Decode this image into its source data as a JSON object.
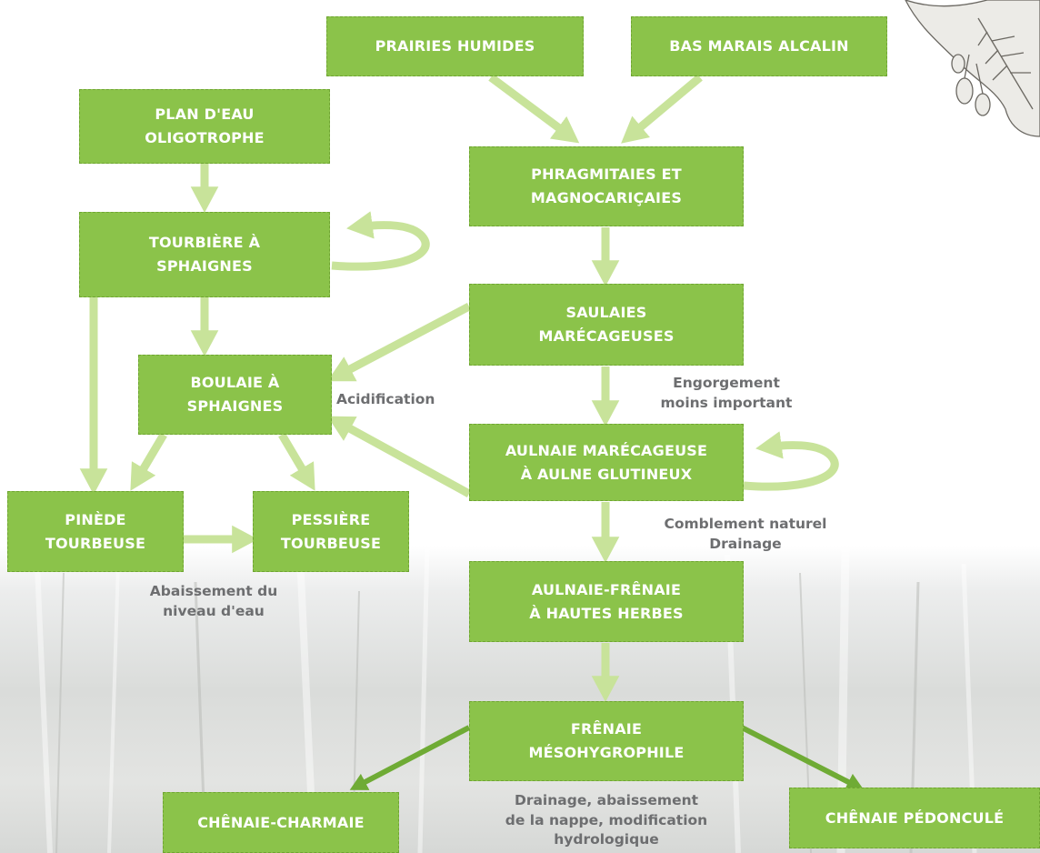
{
  "nodes": {
    "prairies_humides": "PRAIRIES HUMIDES",
    "bas_marais_alcalin": "BAS MARAIS ALCALIN",
    "plan_deau": "PLAN D'EAU\nOLIGOTROPHE",
    "phragmitaies": "PHRAGMITAIES ET\nMAGNOCARIÇAIES",
    "tourbiere": "TOURBIÈRE À\nSPHAIGNES",
    "saulaies": "SAULAIES\nMARÉCAGEUSES",
    "boulaie": "BOULAIE À\nSPHAIGNES",
    "aulnaie_marecageuse": "AULNAIE MARÉCAGEUSE\nÀ AULNE GLUTINEUX",
    "pinede": "PINÈDE\nTOURBEUSE",
    "pessiere": "PESSIÈRE\nTOURBEUSE",
    "aulnaie_frenaie": "AULNAIE-FRÊNAIE\nÀ HAUTES HERBES",
    "frenaie": "FRÊNAIE\nMÉSOHYGROPHILE",
    "chenaie_charmaie": "CHÊNAIE-CHARMAIE",
    "chenaie_pedoncule": "CHÊNAIE PÉDONCULÉ"
  },
  "labels": {
    "acidification": "Acidification",
    "engorgement": "Engorgement\nmoins important",
    "comblement": "Comblement naturel\nDrainage",
    "abaissement": "Abaissement du\nniveau d'eau",
    "drainage_nappe": "Drainage, abaissement\nde la nappe, modification\nhydrologique"
  },
  "colors": {
    "node_fill": "#8bc34a",
    "node_border": "#6fa532",
    "arrow_light": "#c8e39a",
    "arrow_dark": "#6fab35",
    "label_text": "#6d6e70",
    "background_lower": "#dadcda"
  },
  "icons": {
    "decoration": "alder-leaf-icon"
  }
}
